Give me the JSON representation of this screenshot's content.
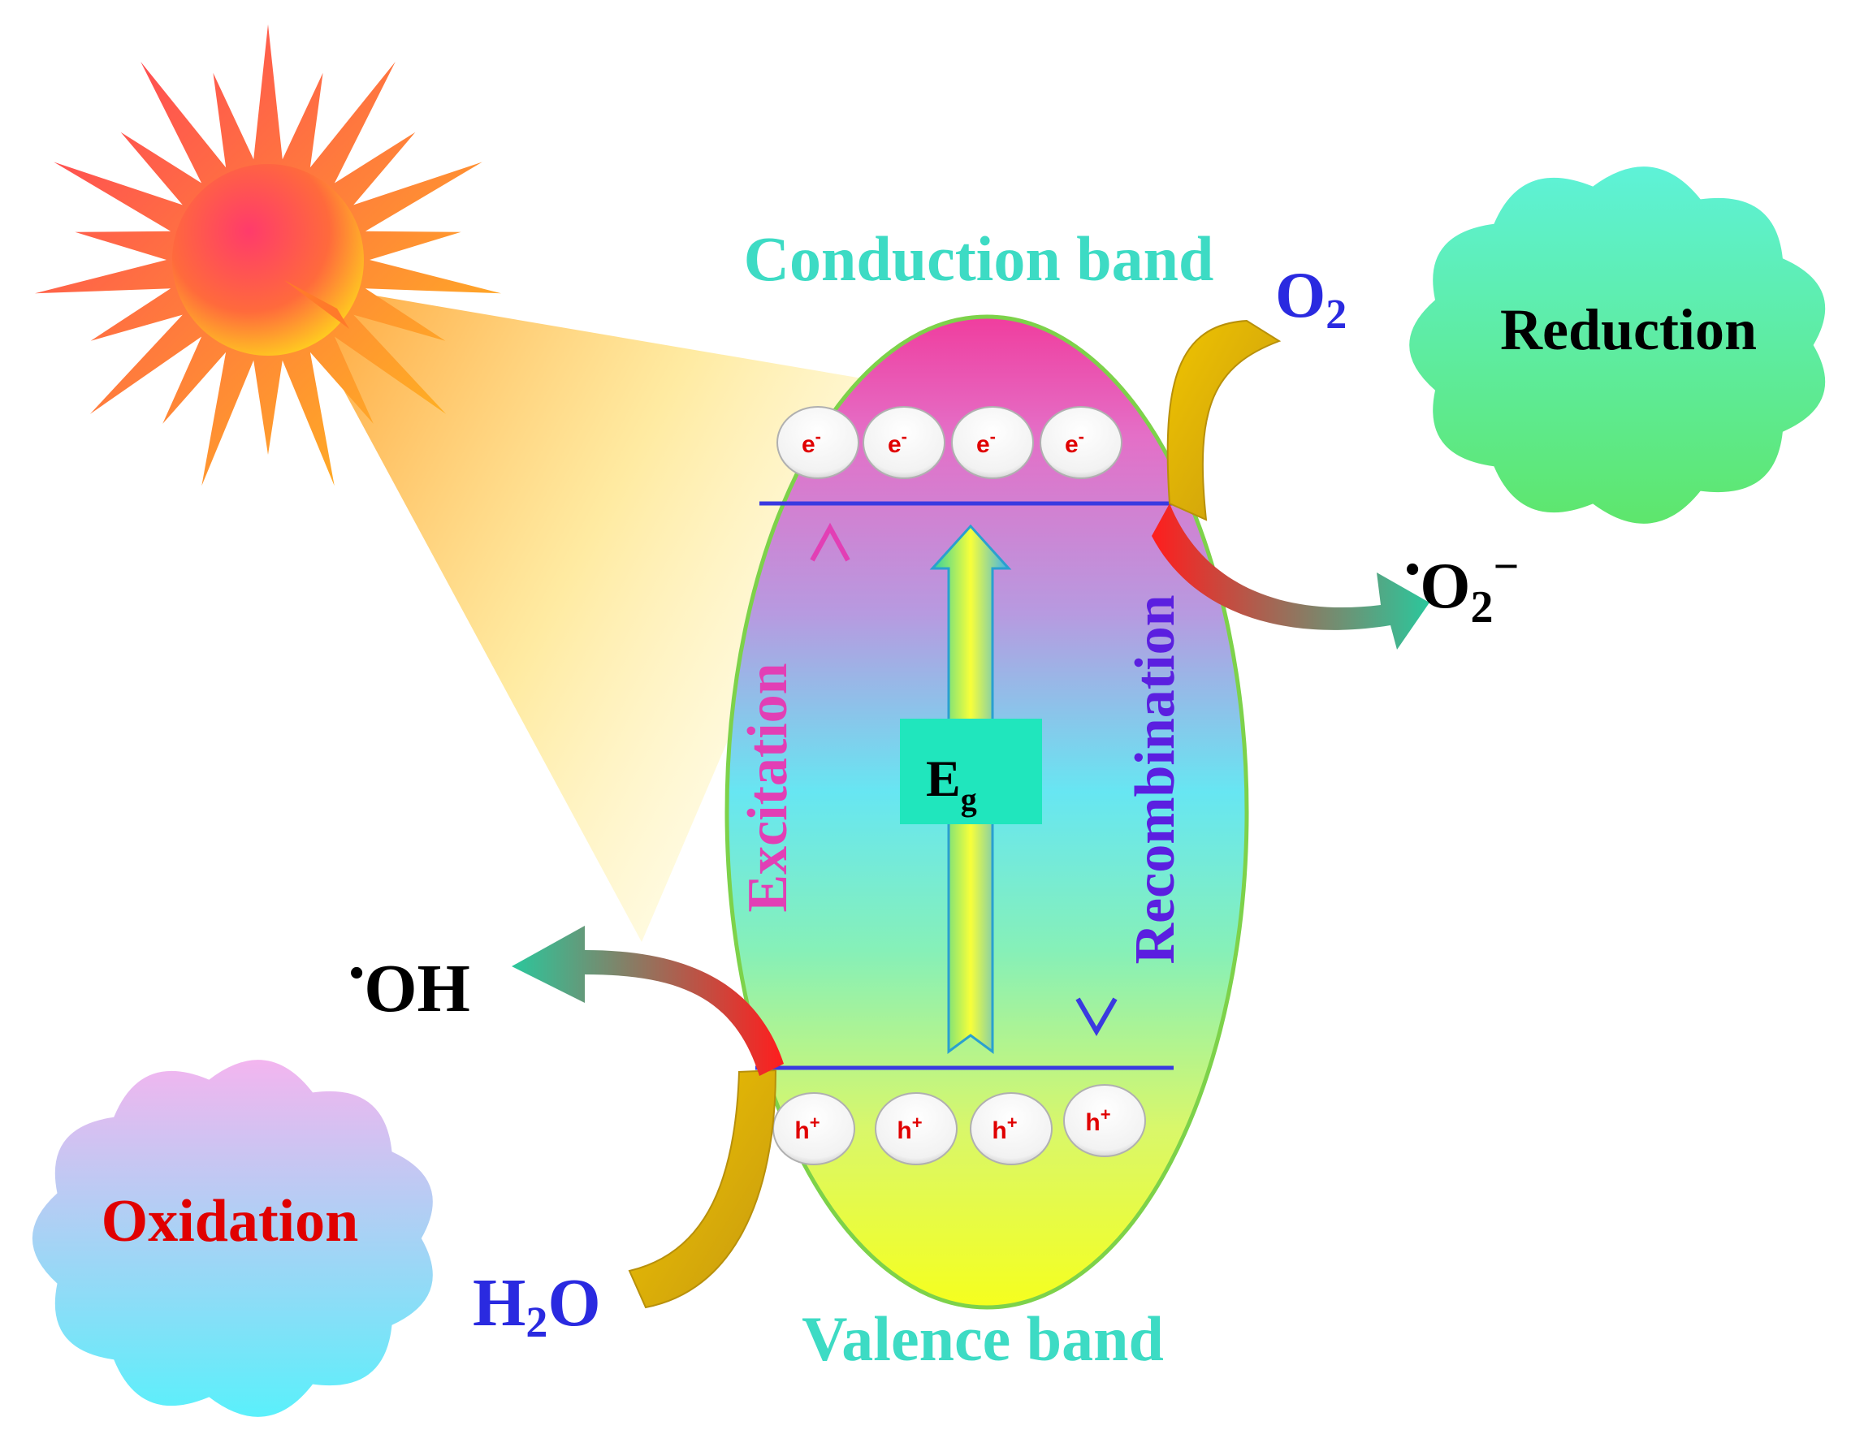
{
  "labels": {
    "conduction_band": "Conduction band",
    "valence_band": "Valence band",
    "excitation": "Excitation",
    "recombination": "Recombination",
    "eg_main": "E",
    "eg_sub": "g",
    "reduction": "Reduction",
    "oxidation": "Oxidation",
    "o2_main": "O",
    "o2_sub": "2",
    "superoxide_dot": "•",
    "superoxide_main": "O",
    "superoxide_sub": "2",
    "superoxide_sup": "−",
    "hydroxyl_dot": "•",
    "hydroxyl_main": "OH",
    "water_h": "H",
    "water_sub": "2",
    "water_o": "O"
  },
  "electrons": [
    "e",
    "e",
    "e",
    "e"
  ],
  "electron_sup": "-",
  "holes": [
    "h",
    "h",
    "h",
    "h"
  ],
  "hole_sup": "+",
  "colors": {
    "conduction_band_text": "#3ddbc4",
    "valence_band_text": "#3ddbc4",
    "excitation_text": "#e23fb5",
    "recombination_text": "#5b1fe0",
    "band_line": "#3a3ae0",
    "reduction_cloud": "#5ee6a0",
    "oxidation_cloud": "#c7b7f0",
    "oxidation_text": "#e00000",
    "species_blue": "#2a2ae0",
    "carrier_text": "#e00000"
  }
}
